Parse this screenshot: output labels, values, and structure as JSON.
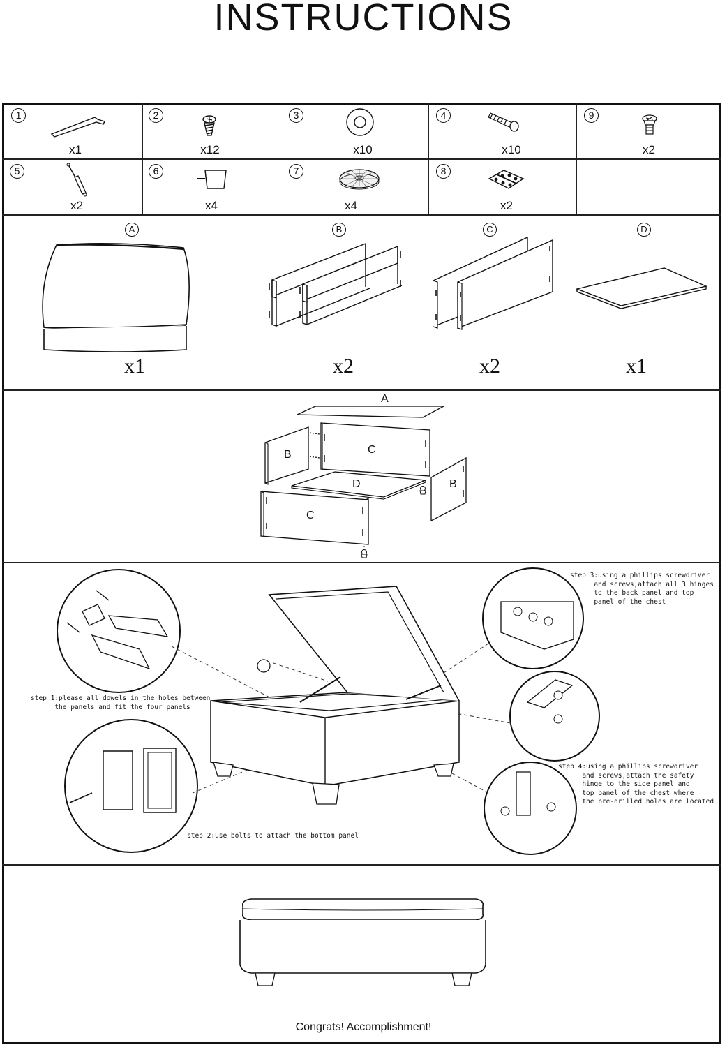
{
  "title": "INSTRUCTIONS",
  "hardware": [
    {
      "num": "1",
      "qty": "x1",
      "icon": "allen-key-icon"
    },
    {
      "num": "2",
      "qty": "x12",
      "icon": "screw-icon"
    },
    {
      "num": "3",
      "qty": "x10",
      "icon": "washer-icon"
    },
    {
      "num": "4",
      "qty": "x10",
      "icon": "bolt-icon"
    },
    {
      "num": "9",
      "qty": "x2",
      "icon": "short-bolt-icon"
    },
    {
      "num": "5",
      "qty": "x2",
      "icon": "gas-strut-icon"
    },
    {
      "num": "6",
      "qty": "x4",
      "icon": "leg-icon"
    },
    {
      "num": "7",
      "qty": "x4",
      "icon": "glide-pad-icon"
    },
    {
      "num": "8",
      "qty": "x2",
      "icon": "hinge-icon"
    }
  ],
  "panels": [
    {
      "letter": "A",
      "qty": "x1"
    },
    {
      "letter": "B",
      "qty": "x2"
    },
    {
      "letter": "C",
      "qty": "x2"
    },
    {
      "letter": "D",
      "qty": "x1"
    }
  ],
  "exploded_labels": {
    "a": "A",
    "b_left": "B",
    "c_back": "C",
    "d": "D",
    "b_right": "B",
    "c_front": "C"
  },
  "steps": {
    "step1": "step 1:please all dowels in the holes between\n      the panels and fit the four panels",
    "step2": "step 2:use bolts to attach the bottom panel",
    "step3": "step 3:using a phillips screwdriver\n      and screws,attach all 3 hinges\n      to the back panel and top\n      panel of the chest",
    "step4": "step 4:using a phillips screwdriver\n      and screws,attach the safety\n      hinge to the side panel and\n      top panel of the chest where\n      the pre-drilled holes are located"
  },
  "congrats": "Congrats! Accomplishment!"
}
